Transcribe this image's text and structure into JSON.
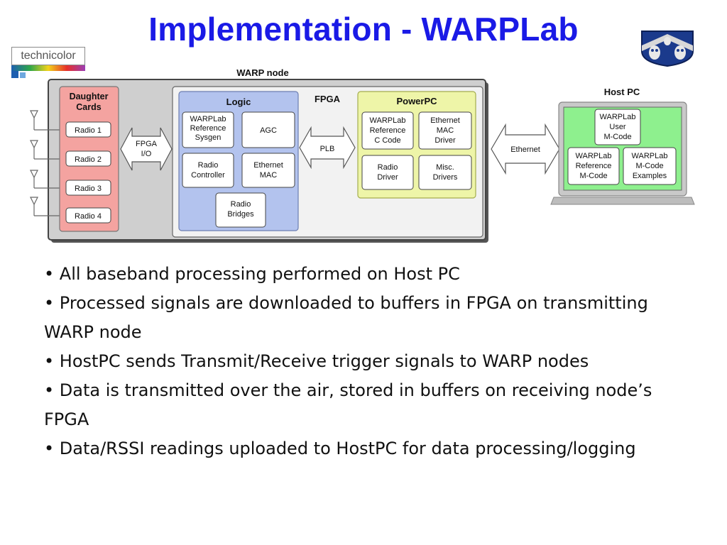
{
  "slide": {
    "title": "Implementation - WARPLab",
    "logo_text": "technicolor",
    "bullets": [
      "• All baseband processing performed on Host PC",
      "• Processed signals are downloaded to buffers in FPGA on transmitting WARP node",
      "•  HostPC sends Transmit/Receive trigger signals to WARP nodes",
      "• Data is transmitted over the air, stored in buffers on receiving node’s FPGA",
      "• Data/RSSI readings uploaded to HostPC for data processing/logging"
    ]
  },
  "diagram": {
    "warp_node_label": "WARP node",
    "daughter_cards": {
      "label": "Daughter Cards",
      "radios": [
        "Radio 1",
        "Radio 2",
        "Radio 3",
        "Radio 4"
      ]
    },
    "fpga_io_label": "FPGA I/O",
    "fpga_label": "FPGA",
    "logic": {
      "label": "Logic",
      "blocks": [
        "WARPLab Reference Sysgen",
        "AGC",
        "Radio Controller",
        "Ethernet MAC",
        "Radio Bridges"
      ]
    },
    "plb_label": "PLB",
    "powerpc": {
      "label": "PowerPC",
      "blocks": [
        "WARPLab Reference C Code",
        "Ethernet MAC Driver",
        "Radio Driver",
        "Misc. Drivers"
      ]
    },
    "ethernet_label": "Ethernet",
    "host_pc": {
      "label": "Host PC",
      "blocks": [
        "WARPLab User M-Code",
        "WARPLab Reference M-Code",
        "WARPLab M-Code Examples"
      ]
    },
    "colors": {
      "daughter_fill": "#f4a3a0",
      "logic_fill": "#b3c3ee",
      "powerpc_fill": "#eef5a8",
      "screen_fill": "#8ef08e",
      "node_fill": "#cfcfcf"
    }
  }
}
